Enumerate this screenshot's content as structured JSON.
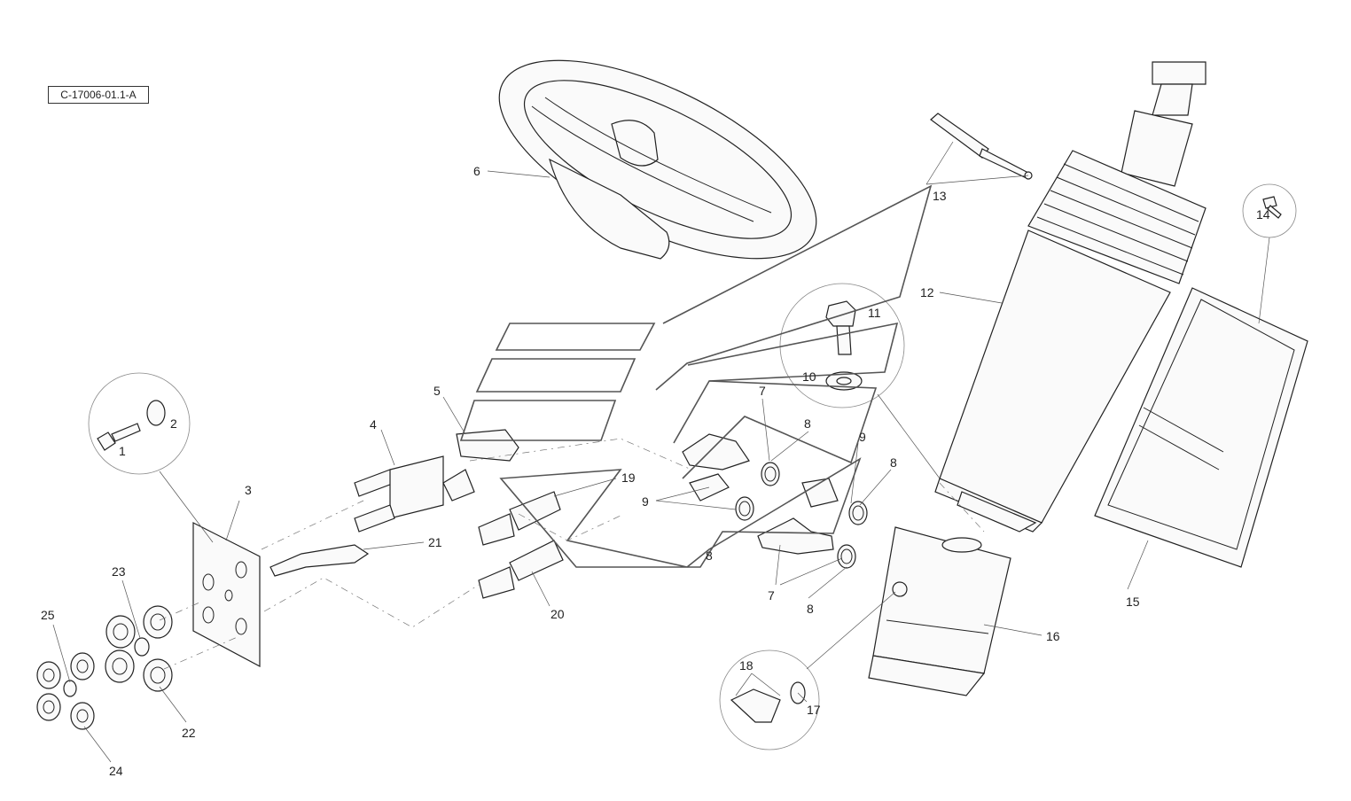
{
  "drawing_ref": "C-17006-01.1-A",
  "labels": [
    "1",
    "2",
    "3",
    "4",
    "5",
    "6",
    "7",
    "7",
    "8",
    "8",
    "8",
    "8",
    "9",
    "9",
    "10",
    "11",
    "12",
    "13",
    "14",
    "15",
    "16",
    "17",
    "18",
    "19",
    "20",
    "21",
    "22",
    "23",
    "24",
    "25"
  ]
}
